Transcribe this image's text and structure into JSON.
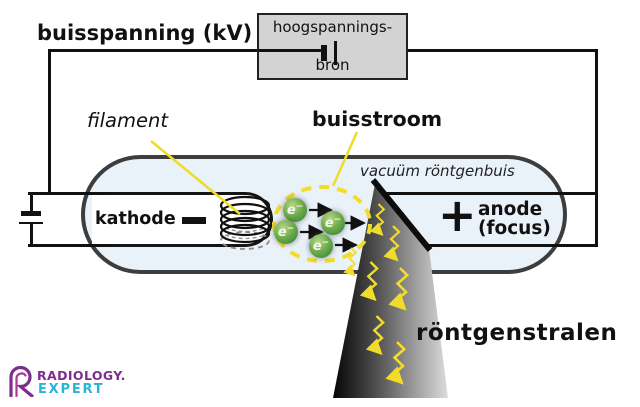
{
  "diagram": {
    "title_voltage": "buisspanning (kV)",
    "hv_box": {
      "line1": "hoogspannings-",
      "line2": "bron"
    },
    "filament_label": "filament",
    "tube_current_label": "buisstroom",
    "vacuum_label": "vacuüm röntgenbuis",
    "cathode_label": "kathode",
    "anode_plus": "+",
    "anode_label_line1": "anode",
    "anode_label_line2": "(focus)",
    "xray_label": "röntgenstralen",
    "electron": {
      "symbol": "e",
      "sup": "−"
    }
  },
  "logo": {
    "top": "RADIOLOGY.",
    "bottom": "EXPERT"
  },
  "colors": {
    "highlight_yellow": "#f2dc2a",
    "tube_fill": "#e9f1f9",
    "tube_border": "#3d3d3d",
    "electron_green": "#55a041",
    "logo_purple": "#7e2c8f",
    "logo_cyan": "#29b5d8"
  }
}
